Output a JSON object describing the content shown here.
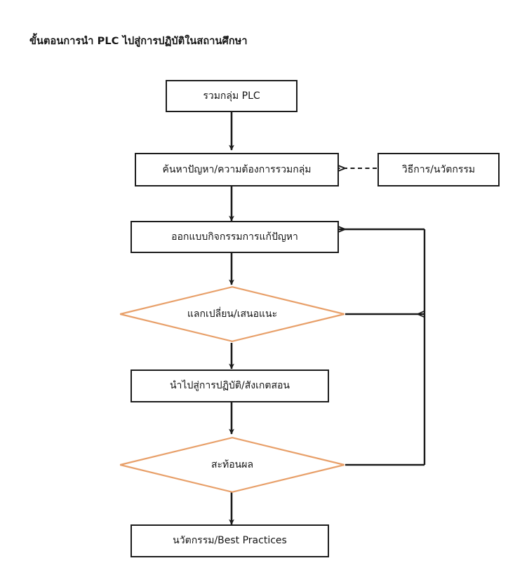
{
  "title": "ขั้นตอนการนำ PLC ไปสู่การปฏิบัติในสถานศึกษา",
  "colors": {
    "process_border": "#1c1c1c",
    "decision_border": "#E8A06A",
    "connector": "#1a1a1a",
    "text": "#141414",
    "background": "#ffffff"
  },
  "nodes": {
    "group_plc": {
      "label": "รวมกลุ่ม  PLC",
      "shape": "process"
    },
    "find_problem": {
      "label": "ค้นหาปัญหา/ความต้องการรวมกลุ่ม",
      "shape": "process"
    },
    "methods_innovation": {
      "label": "วิธีการ/นวัตกรรม",
      "shape": "process"
    },
    "design_activity": {
      "label": "ออกแบบกิจกรรมการแก้ปัญหา",
      "shape": "process"
    },
    "exchange_suggest": {
      "label": "แลกเปลี่ยน/เสนอแนะ",
      "shape": "decision"
    },
    "implement_observe": {
      "label": "นำไปสู่การปฏิบัติ/สังเกตสอน",
      "shape": "process"
    },
    "reflect": {
      "label": "สะท้อนผล",
      "shape": "decision"
    },
    "innovation_best_practices": {
      "label": "นวัตกรรม/Best  Practices",
      "shape": "process"
    }
  },
  "edges": [
    {
      "name": "group-to-find",
      "from": "group_plc",
      "to": "find_problem",
      "style": "solid",
      "direction": "down"
    },
    {
      "name": "methods-to-find",
      "from": "methods_innovation",
      "to": "find_problem",
      "style": "dashed",
      "direction": "left"
    },
    {
      "name": "find-to-design",
      "from": "find_problem",
      "to": "design_activity",
      "style": "solid",
      "direction": "down"
    },
    {
      "name": "design-to-exchange",
      "from": "design_activity",
      "to": "exchange_suggest",
      "style": "solid",
      "direction": "down"
    },
    {
      "name": "exchange-to-implement",
      "from": "exchange_suggest",
      "to": "implement_observe",
      "style": "solid",
      "direction": "down"
    },
    {
      "name": "implement-to-reflect",
      "from": "implement_observe",
      "to": "reflect",
      "style": "solid",
      "direction": "down"
    },
    {
      "name": "reflect-to-output",
      "from": "reflect",
      "to": "innovation_best_practices",
      "style": "solid",
      "direction": "down"
    },
    {
      "name": "exchange-feedback-to-design",
      "from": "exchange_suggest",
      "to": "design_activity",
      "style": "solid",
      "direction": "loop-right"
    },
    {
      "name": "reflect-feedback-to-design",
      "from": "reflect",
      "to": "design_activity",
      "style": "solid",
      "direction": "loop-right"
    }
  ]
}
